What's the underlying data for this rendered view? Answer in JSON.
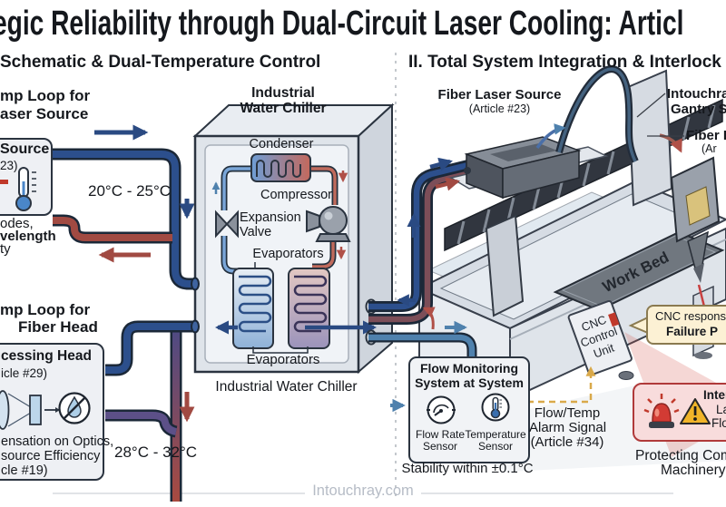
{
  "title": "egic Reliability through Dual-Circuit Laser Cooling: Articl",
  "watermark": "Intouchray.com",
  "left": {
    "heading": "Schematic & Dual-Temperature Control",
    "loop1_label_1": "mp Loop for",
    "loop1_label_2": "aser Source",
    "laser_box": {
      "title": "Source",
      "article": "23)"
    },
    "laser_note_1": "odes,",
    "laser_note_2": "velength",
    "laser_note_3": "ty",
    "temp_range_1": "20°C - 25°C",
    "loop2_label_1": "mp Loop for",
    "loop2_label_2": "Fiber Head",
    "processing_box": {
      "title": "cessing Head",
      "article": "icle #29)"
    },
    "processing_note_1": "ensation on Optics,",
    "processing_note_2": "source Efficiency",
    "processing_note_3": "cle #19)",
    "temp_range_2": "28°C - 32°C"
  },
  "chiller": {
    "label_1": "Industrial",
    "label_2": "Water Chiller",
    "condenser": "Condenser",
    "compressor": "Compressor",
    "valve_1": "Expansion",
    "valve_2": "Valve",
    "evaporators_top": "Evaporators",
    "evaporators_bottom": "Evaporators",
    "caption": "Industrial Water Chiller"
  },
  "right": {
    "heading": "II. Total System Integration & Interlock P",
    "fiber_laser_1": "Fiber Laser Source",
    "fiber_laser_2": "(Article #23)",
    "gantry_1": "Intouchray",
    "gantry_2": "Gantry Sys",
    "fiber_delivery_1": "Fiber De",
    "fiber_delivery_2": "(Ar",
    "work_bed": "Work Bed",
    "cnc_unit_1": "CNC",
    "cnc_unit_2": "Control",
    "cnc_unit_3": "Unit",
    "cnc_response_1": "CNC response",
    "cnc_response_2": "Failure P",
    "flow_box": {
      "title_1": "Flow Monitoring",
      "title_2": "System at System",
      "sensor1_1": "Flow Rate",
      "sensor1_2": "Sensor",
      "sensor2_1": "Temperature",
      "sensor2_2": "Sensor",
      "stability": "Stability within ±0.1°C"
    },
    "alarm_1": "Flow/Temp",
    "alarm_2": "Alarm Signal",
    "alarm_3": "(Article #34)",
    "interlock_1": "Inter",
    "interlock_2": "La",
    "interlock_3": "Flow",
    "protecting_1": "Protecting Compon",
    "protecting_2": "Machinery Par"
  },
  "icons": {
    "laser_box": "thermometer-icon",
    "processing_box": [
      "lens-icon",
      "optic-window-icon",
      "no-condensation-icon"
    ],
    "flow_box": [
      "flow-gauge-icon",
      "thermometer-icon"
    ],
    "interlock_box": [
      "siren-icon",
      "warning-triangle-icon"
    ]
  },
  "colors": {
    "cold_pipe": "#2c4f8c",
    "warm_pipe": "#a14a42",
    "coolant_line": "#4f81ad",
    "alarm_dash": "#d9a94a",
    "bubble_bg": "#fcf1d4",
    "interlock_bg": "#f8dcdc",
    "interlock_border": "#b03a3a",
    "siren_red": "#d23b34",
    "warning_yellow": "#f0b429"
  }
}
